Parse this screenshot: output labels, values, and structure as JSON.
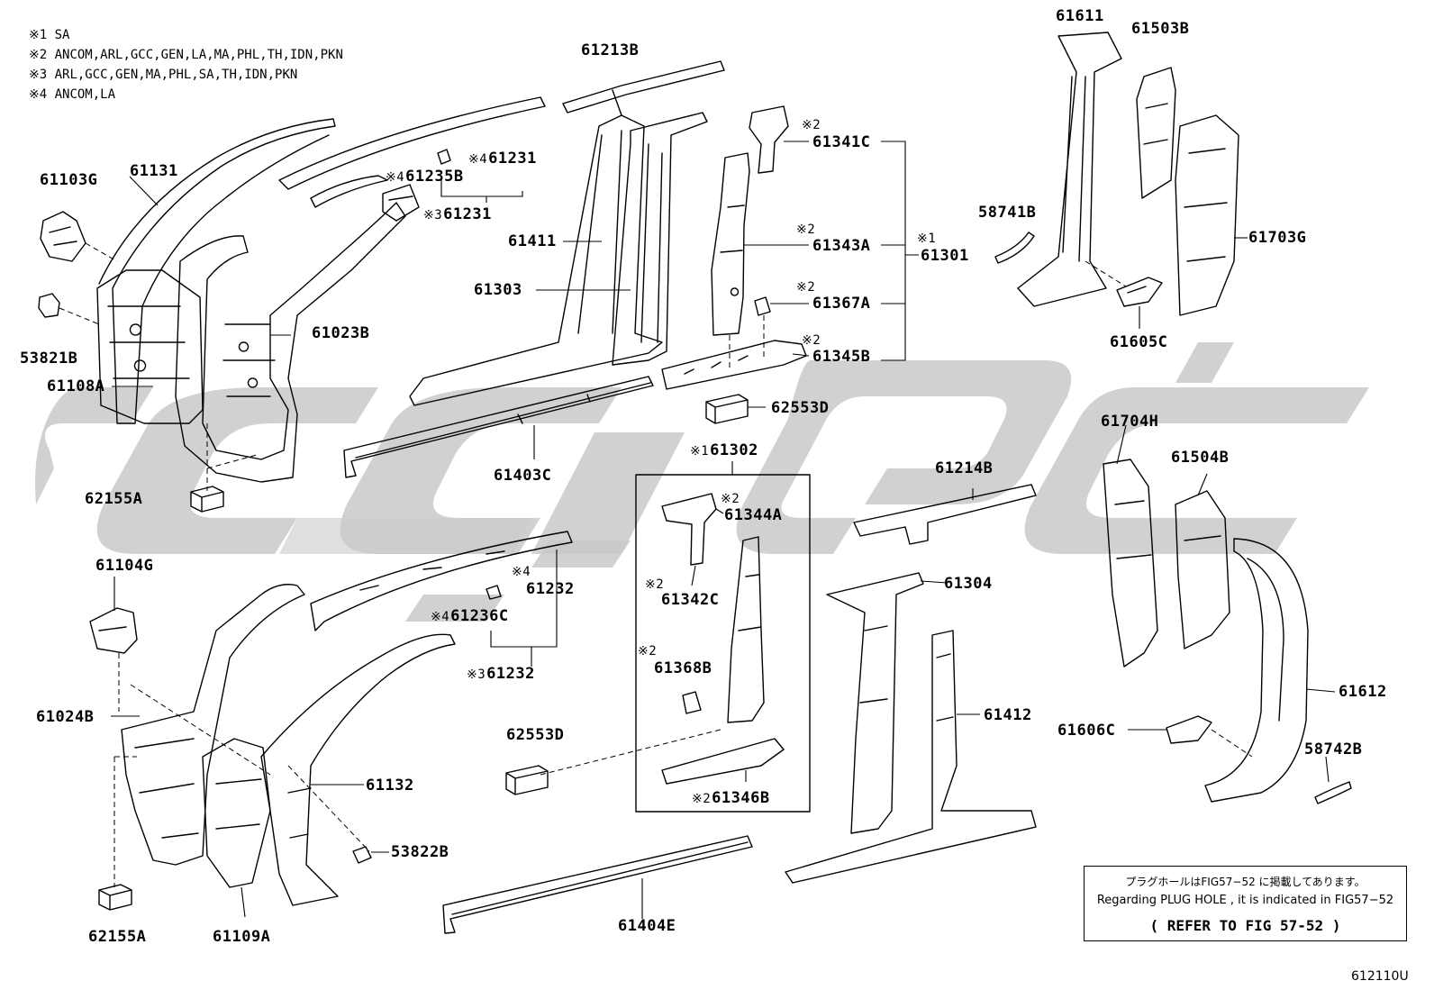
{
  "notes": [
    "※1 SA",
    "※2 ANCOM,ARL,GCC,GEN,LA,MA,PHL,TH,IDN,PKN",
    "※3 ARL,GCC,GEN,MA,PHL,SA,TH,IDN,PKN",
    "※4 ANCOM,LA"
  ],
  "parts": {
    "p61103G": "61103G",
    "p61131": "61131",
    "p53821B": "53821B",
    "p61108A": "61108A",
    "p62155A_top": "62155A",
    "p61023B": "61023B",
    "p61235B": "61235B",
    "p61231_a": "61231",
    "p61231_b": "61231",
    "p61213B": "61213B",
    "p61411": "61411",
    "p61303": "61303",
    "p61403C": "61403C",
    "p61341C": "61341C",
    "p61343A": "61343A",
    "p61301": "61301",
    "p61367A": "61367A",
    "p61345B": "61345B",
    "p62553D_top": "62553D",
    "p61611": "61611",
    "p61503B": "61503B",
    "p58741B": "58741B",
    "p61703G": "61703G",
    "p61605C": "61605C",
    "p61302": "61302",
    "p61344A": "61344A",
    "p61342C": "61342C",
    "p61368B": "61368B",
    "p61346B": "61346B",
    "p62553D_bot": "62553D",
    "p61214B": "61214B",
    "p61304": "61304",
    "p61412": "61412",
    "p61404E": "61404E",
    "p61704H": "61704H",
    "p61504B": "61504B",
    "p61612": "61612",
    "p61606C": "61606C",
    "p58742B": "58742B",
    "p61104G": "61104G",
    "p61024B": "61024B",
    "p61232_a": "61232",
    "p61232_b": "61232",
    "p61236C": "61236C",
    "p61132": "61132",
    "p53822B": "53822B",
    "p62155A_bot": "62155A",
    "p61109A": "61109A"
  },
  "marks": {
    "m1": "※1",
    "m2": "※2",
    "m3": "※3",
    "m4": "※4"
  },
  "info": {
    "line1": "プラグホールはFIG57−52 に掲載してあります。",
    "line2": "Regarding PLUG HOLE , it is indicated in FIG57−52",
    "line3": "( REFER TO FIG 57-52 )"
  },
  "figure_id": "612110U"
}
